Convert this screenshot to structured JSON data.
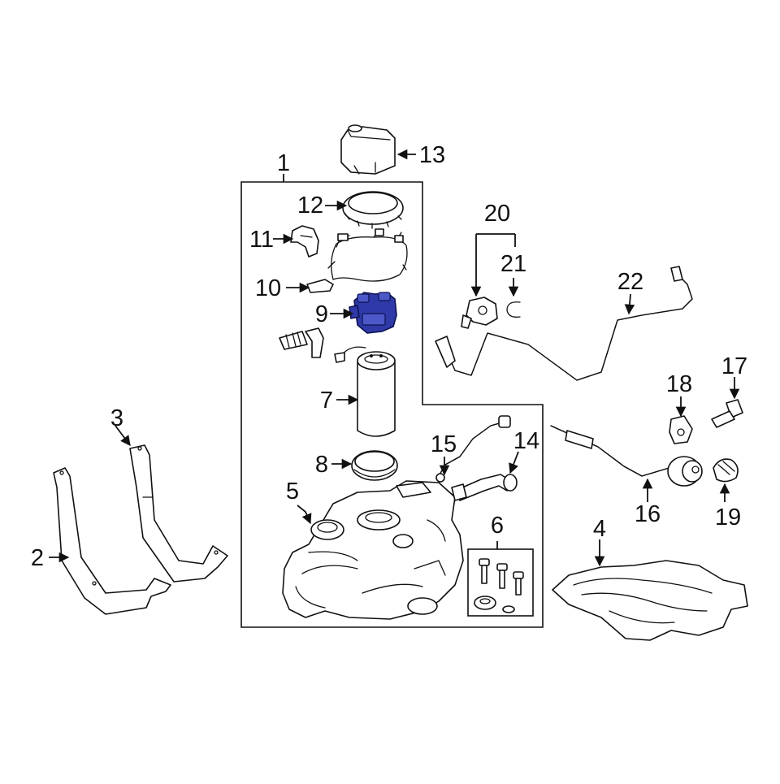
{
  "colors": {
    "highlight": "#2f3aa8",
    "line": "#111111",
    "background": "#ffffff"
  },
  "callouts": {
    "c1": "1",
    "c2": "2",
    "c3": "3",
    "c4": "4",
    "c5": "5",
    "c6": "6",
    "c7": "7",
    "c8": "8",
    "c9": "9",
    "c10": "10",
    "c11": "11",
    "c12": "12",
    "c13": "13",
    "c14": "14",
    "c15": "15",
    "c16": "16",
    "c17": "17",
    "c18": "18",
    "c19": "19",
    "c20": "20",
    "c21": "21",
    "c22": "22"
  },
  "highlighted_part": "9"
}
